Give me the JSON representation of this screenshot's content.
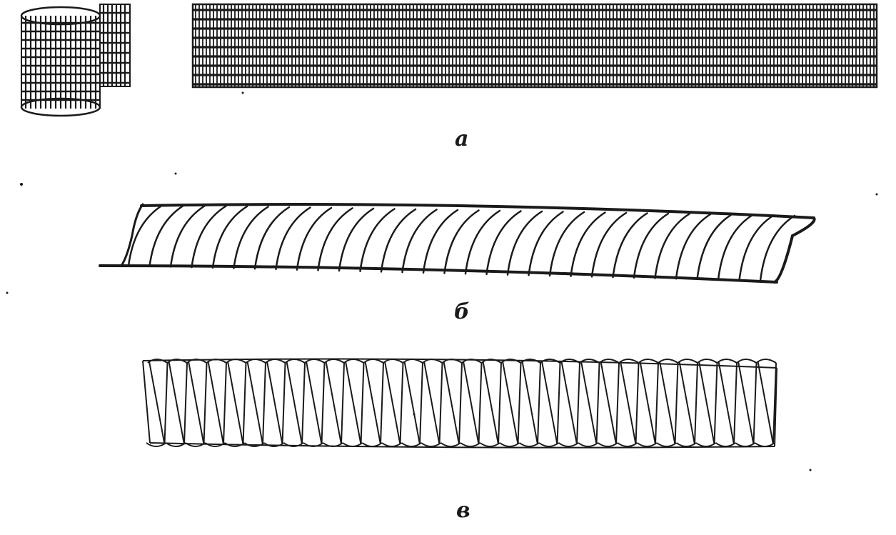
{
  "figure": {
    "labels": {
      "a": "а",
      "b": "б",
      "v": "в"
    },
    "colors": {
      "ink": "#1a1a1a",
      "paper": "#ffffff"
    }
  }
}
